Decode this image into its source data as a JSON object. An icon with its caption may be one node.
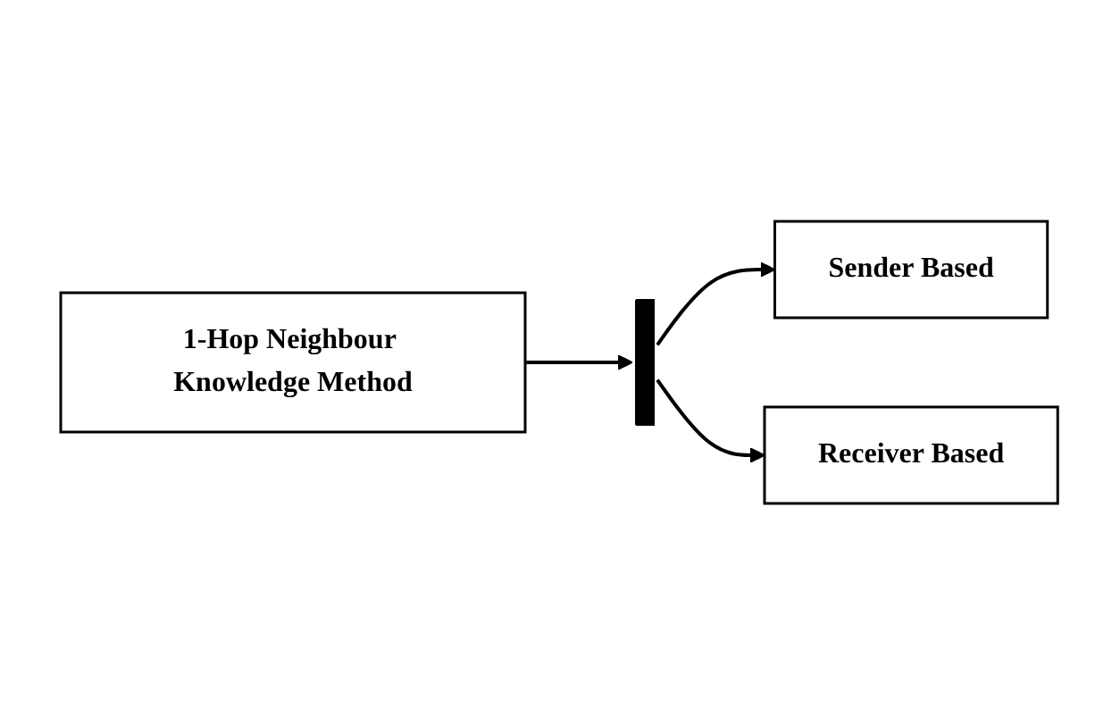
{
  "diagram": {
    "nodes": [
      {
        "text": [
          "1-Hop Neighbour Knowledge Method"
        ]
      },
      {
        "text": [],
        "shape": "bar"
      },
      {
        "text": [
          "Sender Based"
        ]
      },
      {
        "text": [
          "Receiver Based"
        ]
      }
    ],
    "edges": [
      {
        "from": 0,
        "to": 1,
        "arrow": "to"
      },
      {
        "from": 1,
        "to": 2,
        "arrow": "to"
      },
      {
        "from": 1,
        "to": 3,
        "arrow": "to"
      }
    ]
  }
}
